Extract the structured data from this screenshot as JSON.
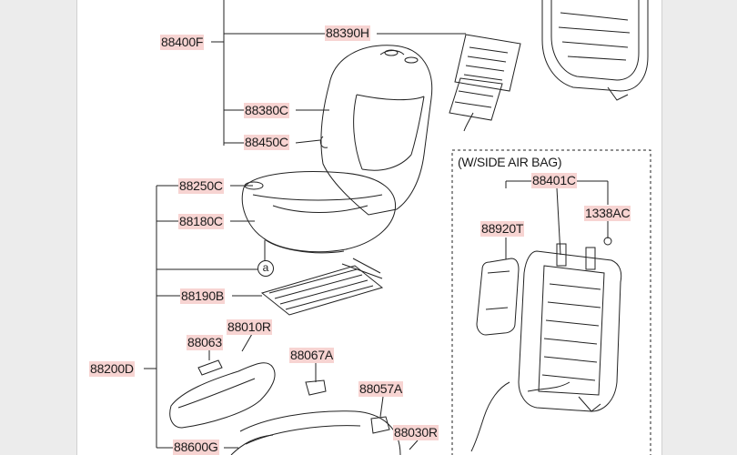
{
  "sidebox": {
    "caption": "(W/SIDE AIR BAG)"
  },
  "marker": "a",
  "parts": {
    "p88400F": "88400F",
    "p88390H": "88390H",
    "p88380C": "88380C",
    "p88450C": "88450C",
    "p88250C": "88250C",
    "p88180C": "88180C",
    "p88190B": "88190B",
    "p88010R": "88010R",
    "p88063": "88063",
    "p88067A": "88067A",
    "p88200D": "88200D",
    "p88057A": "88057A",
    "p88030R": "88030R",
    "p88600G": "88600G",
    "p88401C": "88401C",
    "p88920T": "88920T",
    "p1338AC": "1338AC"
  },
  "colors": {
    "label_bg": "#f7d4d2",
    "line": "#222222",
    "page": "#ffffff",
    "margin": "#ececec"
  }
}
